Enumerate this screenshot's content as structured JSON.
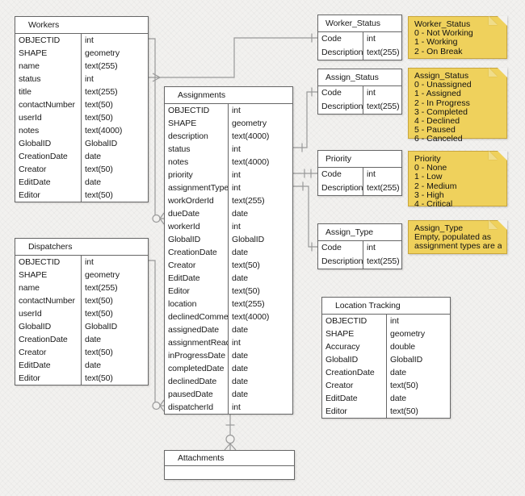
{
  "diagram": {
    "colors": {
      "background": "#f2f1ef",
      "entity_fill": "#ffffff",
      "entity_border": "#666666",
      "connector_line": "#999999",
      "note_fill": "#efd15c",
      "note_fold": "#f0dd8a",
      "note_border": "#c9a63d"
    },
    "entities": [
      {
        "id": "workers",
        "title": "Workers",
        "rows": [
          [
            "OBJECTID",
            "int"
          ],
          [
            "SHAPE",
            "geometry"
          ],
          [
            "name",
            "text(255)"
          ],
          [
            "status",
            "int"
          ],
          [
            "title",
            "text(255)"
          ],
          [
            "contactNumber",
            "text(50)"
          ],
          [
            "userId",
            "text(50)"
          ],
          [
            "notes",
            "text(4000)"
          ],
          [
            "GlobalID",
            "GlobalID"
          ],
          [
            "CreationDate",
            "date"
          ],
          [
            "Creator",
            "text(50)"
          ],
          [
            "EditDate",
            "date"
          ],
          [
            "Editor",
            "text(50)"
          ]
        ]
      },
      {
        "id": "dispatchers",
        "title": "Dispatchers",
        "rows": [
          [
            "OBJECTID",
            "int"
          ],
          [
            "SHAPE",
            "geometry"
          ],
          [
            "name",
            "text(255)"
          ],
          [
            "contactNumber",
            "text(50)"
          ],
          [
            "userId",
            "text(50)"
          ],
          [
            "GlobalID",
            "GlobalID"
          ],
          [
            "CreationDate",
            "date"
          ],
          [
            "Creator",
            "text(50)"
          ],
          [
            "EditDate",
            "date"
          ],
          [
            "Editor",
            "text(50)"
          ]
        ]
      },
      {
        "id": "assignments",
        "title": "Assignments",
        "rows": [
          [
            "OBJECTID",
            "int"
          ],
          [
            "SHAPE",
            "geometry"
          ],
          [
            "description",
            "text(4000)"
          ],
          [
            "status",
            "int"
          ],
          [
            "notes",
            "text(4000)"
          ],
          [
            "priority",
            "int"
          ],
          [
            "assignmentType",
            "int"
          ],
          [
            "workOrderId",
            "text(255)"
          ],
          [
            "dueDate",
            "date"
          ],
          [
            "workerId",
            "int"
          ],
          [
            "GlobalID",
            "GlobalID"
          ],
          [
            "CreationDate",
            "date"
          ],
          [
            "Creator",
            "text(50)"
          ],
          [
            "EditDate",
            "date"
          ],
          [
            "Editor",
            "text(50)"
          ],
          [
            "location",
            "text(255)"
          ],
          [
            "declinedComment",
            "text(4000)"
          ],
          [
            "assignedDate",
            "date"
          ],
          [
            "assignmentRead",
            "int"
          ],
          [
            "inProgressDate",
            "date"
          ],
          [
            "completedDate",
            "date"
          ],
          [
            "declinedDate",
            "date"
          ],
          [
            "pausedDate",
            "date"
          ],
          [
            "dispatcherId",
            "int"
          ]
        ]
      },
      {
        "id": "worker-status",
        "title": "Worker_Status",
        "rows": [
          [
            "Code",
            "int"
          ],
          [
            "Description",
            "text(255)"
          ]
        ]
      },
      {
        "id": "assign-status",
        "title": "Assign_Status",
        "rows": [
          [
            "Code",
            "int"
          ],
          [
            "Description",
            "text(255)"
          ]
        ]
      },
      {
        "id": "priority",
        "title": "Priority",
        "rows": [
          [
            "Code",
            "int"
          ],
          [
            "Description",
            "text(255)"
          ]
        ]
      },
      {
        "id": "assign-type",
        "title": "Assign_Type",
        "rows": [
          [
            "Code",
            "int"
          ],
          [
            "Description",
            "text(255)"
          ]
        ]
      },
      {
        "id": "location-tracking",
        "title": "Location Tracking",
        "rows": [
          [
            "OBJECTID",
            "int"
          ],
          [
            "SHAPE",
            "geometry"
          ],
          [
            "Accuracy",
            "double"
          ],
          [
            "GlobalID",
            "GlobalID"
          ],
          [
            "CreationDate",
            "date"
          ],
          [
            "Creator",
            "text(50)"
          ],
          [
            "EditDate",
            "date"
          ],
          [
            "Editor",
            "text(50)"
          ]
        ]
      },
      {
        "id": "attachments",
        "title": "Attachments",
        "rows": []
      }
    ],
    "notes": [
      {
        "id": "worker-status-note",
        "title": "Worker_Status",
        "lines": [
          "0 - Not Working",
          "1 - Working",
          "2 - On Break"
        ]
      },
      {
        "id": "assign-status-note",
        "title": "Assign_Status",
        "lines": [
          "0 - Unassigned",
          "1 - Assigned",
          "2 - In Progress",
          "3 - Completed",
          "4 - Declined",
          "5 - Paused",
          "6 - Canceled"
        ]
      },
      {
        "id": "priority-note",
        "title": "Priority",
        "lines": [
          "0 - None",
          "1 - Low",
          "2 - Medium",
          "3 - High",
          "4 - Critical"
        ]
      },
      {
        "id": "assign-type-note",
        "title": "Assign_Type",
        "lines": [
          "Empty, populated as",
          "assignment types are added"
        ]
      }
    ],
    "connectors": [
      {
        "id": "workers-assignments",
        "from": "Workers.OBJECTID",
        "to": "Assignments.workerId",
        "to_marker": "zero-or-many"
      },
      {
        "id": "workers-workerstatus",
        "from": "Workers.status",
        "to": "Worker_Status.Code",
        "to_marker": "one"
      },
      {
        "id": "dispatchers-assignments",
        "from": "Dispatchers.OBJECTID",
        "to": "Assignments.dispatcherId",
        "to_marker": "zero-or-many"
      },
      {
        "id": "assignments-assignstatus",
        "from": "Assignments.status",
        "to": "Assign_Status.Code",
        "to_marker": "one"
      },
      {
        "id": "assignments-priority",
        "from": "Assignments.priority",
        "to": "Priority.Code",
        "to_marker": "one"
      },
      {
        "id": "assignments-assigntype",
        "from": "Assignments.assignmentType",
        "to": "Assign_Type.Code",
        "to_marker": "one"
      },
      {
        "id": "assignments-attachments",
        "from": "Assignments",
        "to": "Attachments",
        "to_marker": "zero-or-many"
      }
    ]
  }
}
